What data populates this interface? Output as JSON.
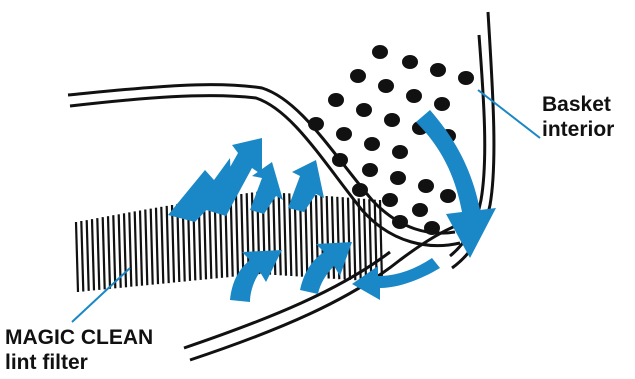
{
  "labels": {
    "basket": [
      "Basket",
      "interior"
    ],
    "filter": [
      "MAGIC CLEAN",
      "lint filter"
    ]
  },
  "colors": {
    "arrow": "#1a88c6",
    "line": "#111111",
    "leader": "#1a88c6",
    "background": "#ffffff"
  }
}
